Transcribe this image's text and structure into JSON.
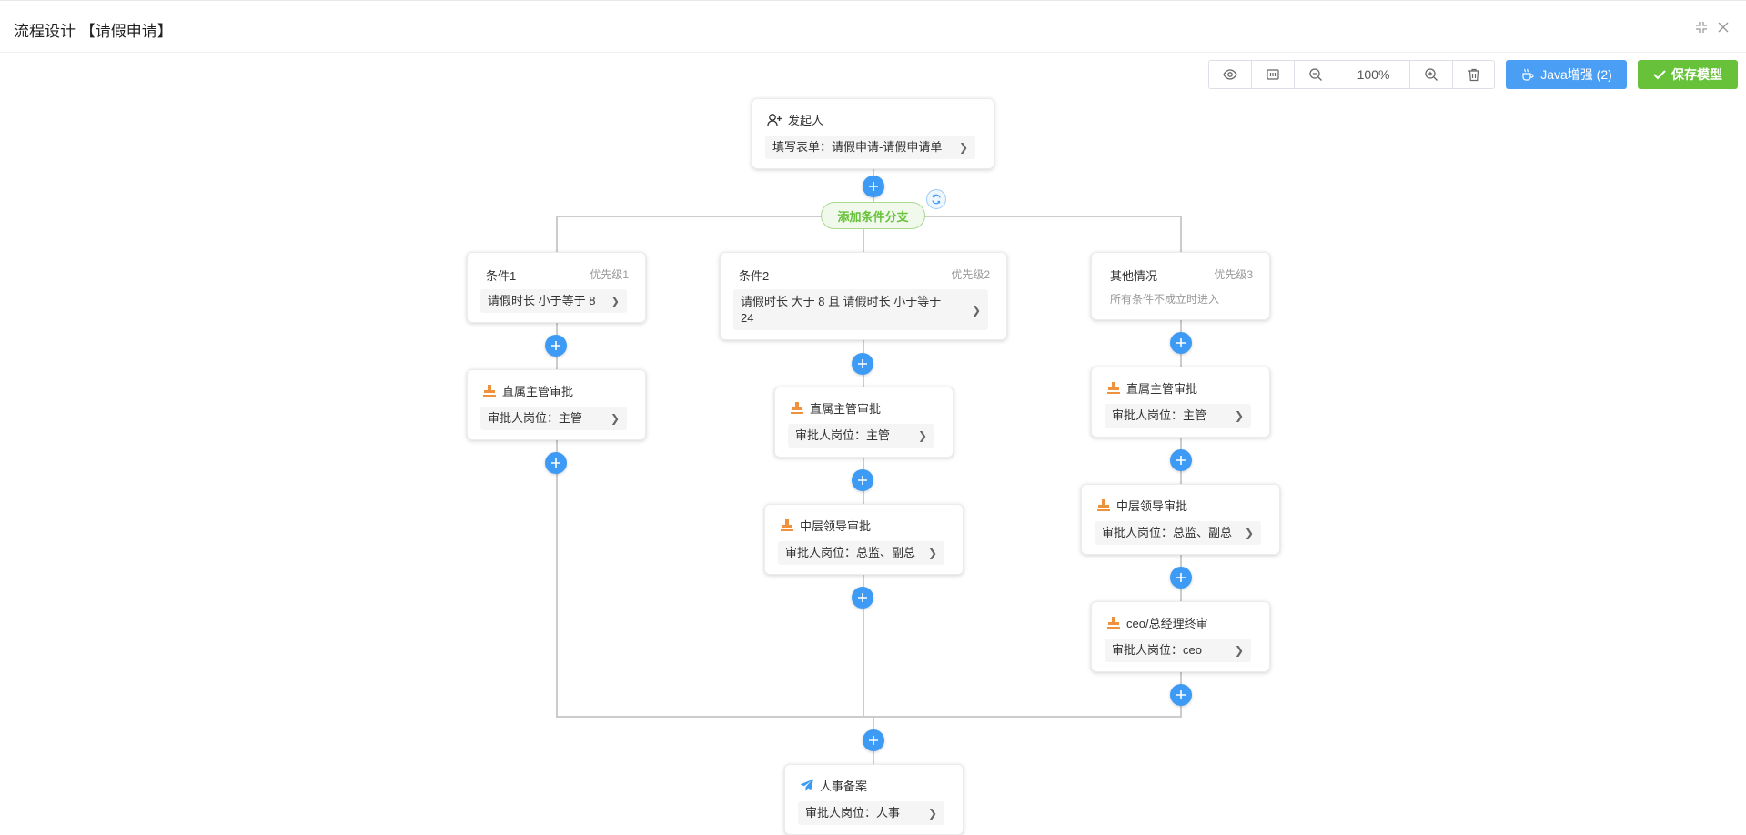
{
  "header": {
    "title": "流程设计 【请假申请】"
  },
  "toolbar": {
    "zoom": "100%",
    "java_label": "Java增强 (2)",
    "save_label": "保存模型"
  },
  "flow": {
    "start": {
      "title": "发起人",
      "body": "填写表单：请假申请-请假申请单"
    },
    "add_branch": "添加条件分支",
    "branches": [
      {
        "title": "条件1",
        "priority": "优先级1",
        "condition": "请假时长 小于等于 8",
        "approvers": [
          {
            "title": "直属主管审批",
            "body": "审批人岗位：主管"
          }
        ]
      },
      {
        "title": "条件2",
        "priority": "优先级2",
        "condition_line1": "请假时长 大于 8 且 请假时长 小于等于",
        "condition_line2": "24",
        "approvers": [
          {
            "title": "直属主管审批",
            "body": "审批人岗位：主管"
          },
          {
            "title": "中层领导审批",
            "body": "审批人岗位：总监、副总"
          }
        ]
      },
      {
        "title": "其他情况",
        "priority": "优先级3",
        "desc": "所有条件不成立时进入",
        "approvers": [
          {
            "title": "直属主管审批",
            "body": "审批人岗位：主管"
          },
          {
            "title": "中层领导审批",
            "body": "审批人岗位：总监、副总"
          },
          {
            "title": "ceo/总经理终审",
            "body": "审批人岗位：ceo"
          }
        ]
      }
    ],
    "cc": {
      "title": "人事备案",
      "body": "审批人岗位：人事"
    }
  },
  "colors": {
    "accent": "#3d9bf5",
    "success": "#67c23a",
    "approver_icon": "#f0913e"
  }
}
